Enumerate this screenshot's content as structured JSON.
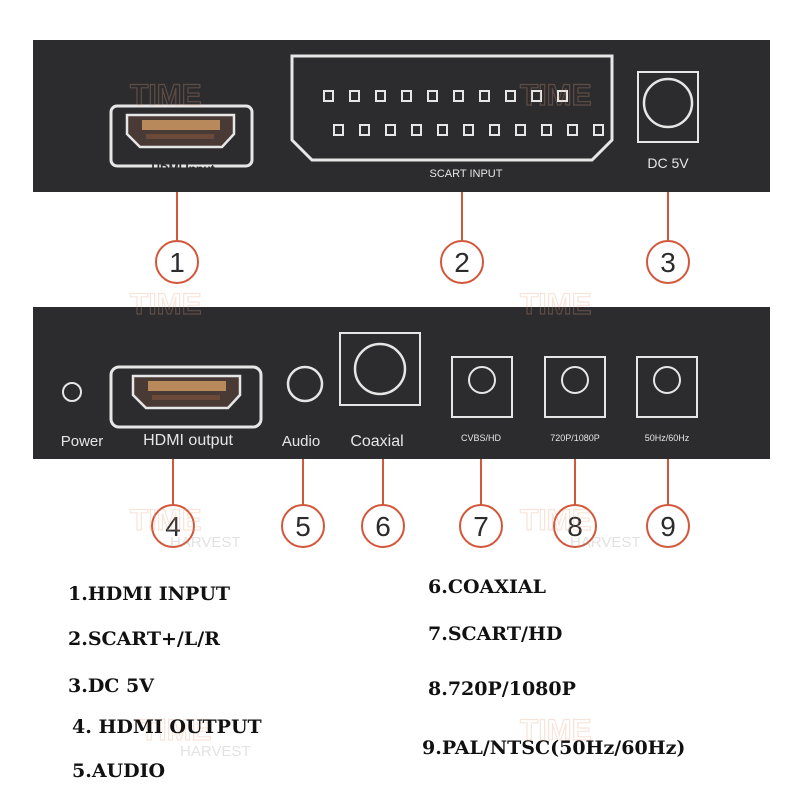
{
  "top_panel": {
    "hdmi_label": "HDMI Input",
    "scart_label": "SCART INPUT",
    "dc_label": "DC 5V"
  },
  "bottom_panel": {
    "power_label": "Power",
    "hdmi_label": "HDMI output",
    "audio_label": "Audio",
    "coaxial_label": "Coaxial",
    "cvbs_label": "CVBS/HD",
    "res_label": "720P/1080P",
    "hz_label": "50Hz/60Hz"
  },
  "callouts": [
    "1",
    "2",
    "3",
    "4",
    "5",
    "6",
    "7",
    "8",
    "9"
  ],
  "watermark": {
    "main": "TIME",
    "sub": "HARVEST"
  },
  "legend": [
    "1.HDMI INPUT",
    "2.SCART+/L/R",
    "3.DC 5V",
    "4. HDMI OUTPUT",
    "5.AUDIO",
    "6.COAXIAL",
    "7.SCART/HD",
    "8.720P/1080P",
    "9.PAL/NTSC(50Hz/60Hz)"
  ],
  "colors": {
    "panel": "#2c2c2e",
    "callout": "#d2573a",
    "port_outline": "#d8d8d8"
  }
}
